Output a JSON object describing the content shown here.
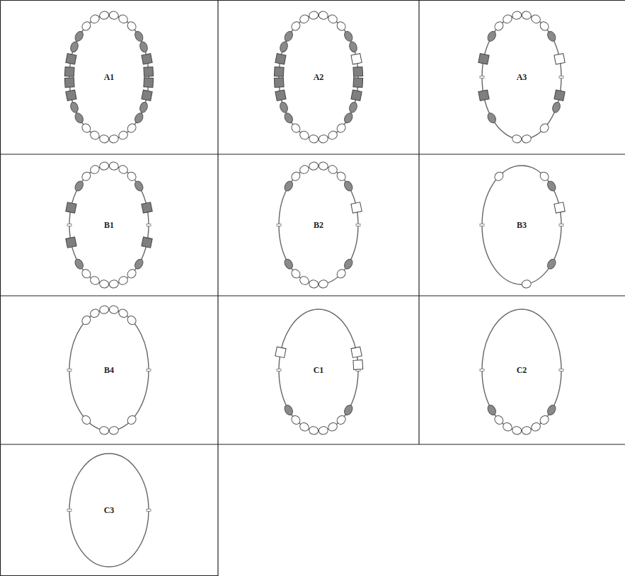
{
  "diagram": {
    "labels": [
      "A1",
      "A2",
      "A3",
      "B1",
      "B2",
      "B3",
      "B4",
      "C1",
      "C2",
      "C3"
    ]
  }
}
